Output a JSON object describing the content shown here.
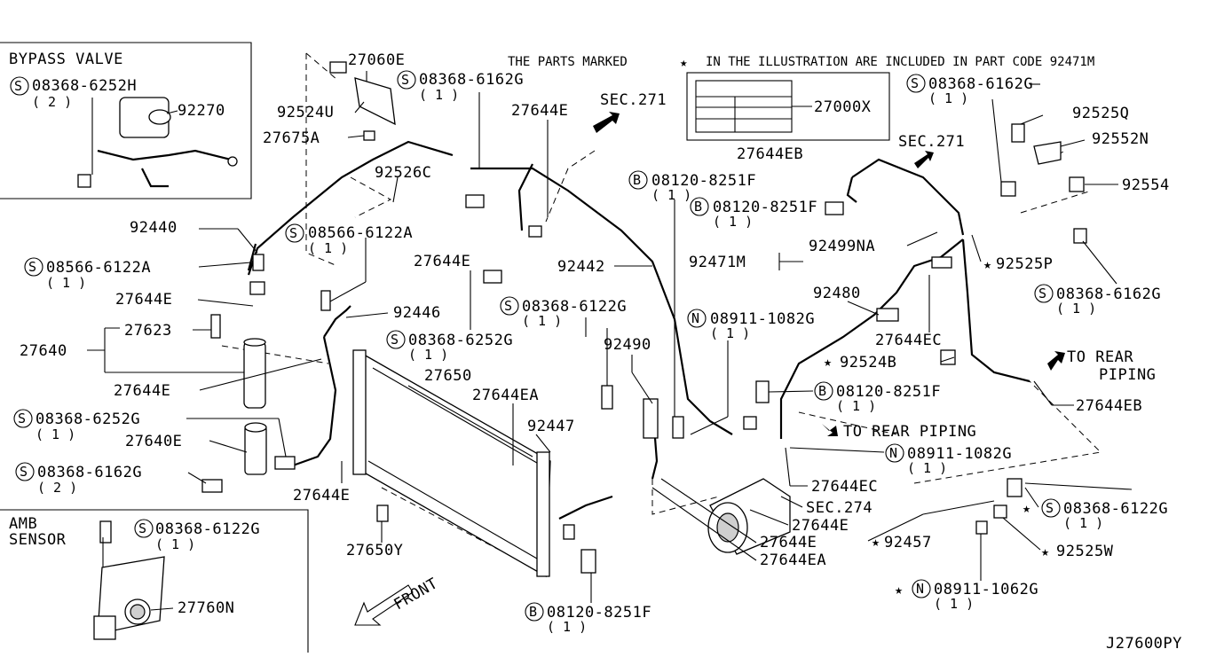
{
  "diagram_id": "J27600PY",
  "note": {
    "prefix": "THE PARTS MARKED",
    "star": "★",
    "suffix": "IN THE ILLUSTRATION ARE INCLUDED IN PART CODE 92471M"
  },
  "insets": {
    "bypass_valve": {
      "title": "BYPASS VALVE",
      "parts": [
        {
          "code": "08368-6252H",
          "qty": "( 2 )",
          "prefix": "S"
        },
        {
          "code": "92270"
        }
      ]
    },
    "amb_sensor": {
      "title_line1": "AMB",
      "title_line2": "SENSOR",
      "parts": [
        {
          "code": "08368-6122G",
          "qty": "( 1 )",
          "prefix": "S"
        },
        {
          "code": "27760N"
        }
      ]
    }
  },
  "labels": {
    "l27060E": "27060E",
    "l92524U": "92524U",
    "l27675A": "27675A",
    "s08368_6162G_top": "08368-6162G",
    "s08368_6162G_top_q": "( 1 )",
    "l27644E_top": "27644E",
    "sec271_a": "SEC.271",
    "l27000X": "27000X",
    "s08368_6162G_right": "08368-6162G",
    "s08368_6162G_right_q": "( 1 )",
    "l92525Q": "92525Q",
    "l92552N": "92552N",
    "l27644EB_top": "27644EB",
    "sec271_b": "SEC.271",
    "l92554": "92554",
    "b08120_8251F_a": "08120-8251F",
    "b08120_8251F_a_q": "( 1 )",
    "b08120_8251F_b": "08120-8251F",
    "b08120_8251F_b_q": "( 1 )",
    "l92526C": "92526C",
    "l92440": "92440",
    "s08566_6122A_mid": "08566-6122A",
    "s08566_6122A_mid_q": "( 1 )",
    "s08566_6122A_left": "08566-6122A",
    "s08566_6122A_left_q": "( 1 )",
    "l27644E_mid": "27644E",
    "l92442": "92442",
    "l92499NA": "92499NA",
    "l92471M": "92471M",
    "l92525P": "92525P",
    "s08368_6162G_r2": "08368-6162G",
    "s08368_6162G_r2_q": "( 1 )",
    "l27644E_left": "27644E",
    "l92480": "92480",
    "s08368_6122G_mid": "08368-6122G",
    "s08368_6122G_mid_q": "( 1 )",
    "n08911_1082G_a": "08911-1082G",
    "n08911_1082G_a_q": "( 1 )",
    "l92446": "92446",
    "l27623": "27623",
    "l27640": "27640",
    "s08368_6252G_mid": "08368-6252G",
    "s08368_6252G_mid_q": "( 1 )",
    "l27644EC_a": "27644EC",
    "l92490": "92490",
    "l92524B": "92524B",
    "to_rear_piping_a1": "TO REAR",
    "to_rear_piping_a2": "PIPING",
    "l27650": "27650",
    "l27644E_left2": "27644E",
    "l27644EA_a": "27644EA",
    "b08120_8251F_c": "08120-8251F",
    "b08120_8251F_c_q": "( 1 )",
    "l27644EB_r": "27644EB",
    "s08368_6252G_left": "08368-6252G",
    "s08368_6252G_left_q": "( 1 )",
    "l92447": "92447",
    "to_rear_piping_b": "TO REAR PIPING",
    "l27640E": "27640E",
    "n08911_1082G_b": "08911-1082G",
    "n08911_1082G_b_q": "( 1 )",
    "s08368_6162G_left": "08368-6162G",
    "s08368_6162G_left_q": "( 2 )",
    "l27644E_bot": "27644E",
    "l27644EC_b": "27644EC",
    "sec274": "SEC.274",
    "s08368_6122G_r": "08368-6122G",
    "s08368_6122G_r_q": "( 1 )",
    "l27644E_b2": "27644E",
    "l27650Y": "27650Y",
    "l27644E_b3": "27644E",
    "l92457": "92457",
    "l92525W": "92525W",
    "l27644EA_b": "27644EA",
    "front": "FRONT",
    "n08911_1062G": "08911-1062G",
    "n08911_1062G_q": "( 1 )",
    "b08120_8251F_d": "08120-8251F",
    "b08120_8251F_d_q": "( 1 )"
  }
}
